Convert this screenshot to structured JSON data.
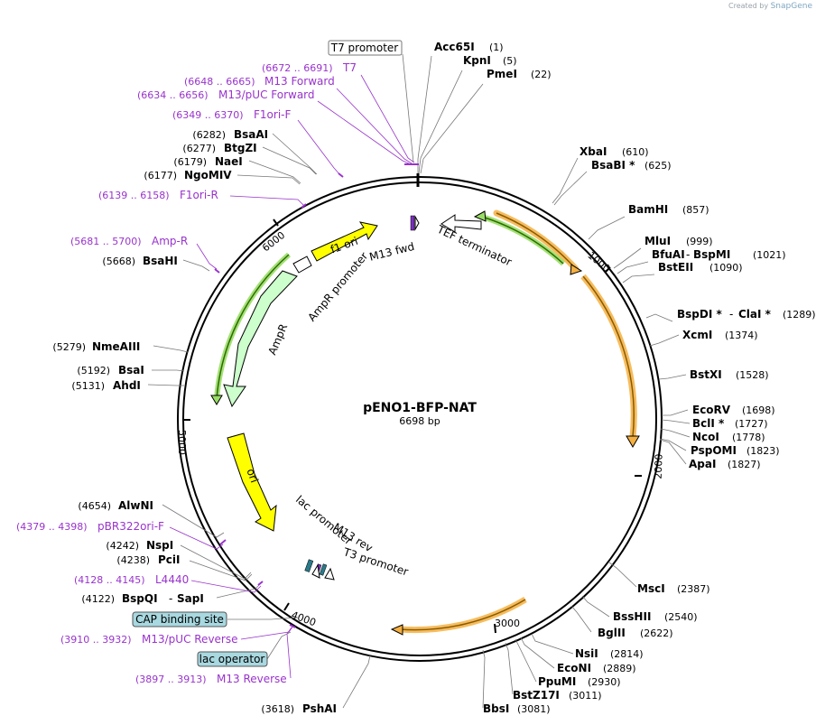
{
  "credit": {
    "prefix": "Created by",
    "brand": "SnapGene"
  },
  "plasmid": {
    "name": "pENO1-BFP-NAT",
    "size": "6698 bp"
  },
  "ticks": [
    "1000",
    "2000",
    "3000",
    "4000",
    "5000",
    "6000"
  ],
  "features": {
    "f1ori": "f1 ori",
    "ampr_promoter": "AmpR promoter",
    "ampr": "AmpR",
    "ori": "ori",
    "lac_promoter": "lac promoter",
    "m13_rev": "M13 rev",
    "t3_promoter": "T3 promoter",
    "m13_fwd": "M13 fwd",
    "tef_terminator": "TEF terminator"
  },
  "enzymes": [
    {
      "name": "Acc65I",
      "pos": "(1)"
    },
    {
      "name": "KpnI",
      "pos": "(5)"
    },
    {
      "name": "PmeI",
      "pos": "(22)"
    },
    {
      "name": "XbaI",
      "pos": "(610)"
    },
    {
      "name": "BsaBI *",
      "pos": "(625)"
    },
    {
      "name": "BamHI",
      "pos": "(857)"
    },
    {
      "name": "MluI",
      "pos": "(999)"
    },
    {
      "name": "BfuAI",
      "name2": "BspMI",
      "pos": "(1021)"
    },
    {
      "name": "BstEII",
      "pos": "(1090)"
    },
    {
      "name": "BspDI *",
      "name2": "ClaI *",
      "pos": "(1289)"
    },
    {
      "name": "XcmI",
      "pos": "(1374)"
    },
    {
      "name": "BstXI",
      "pos": "(1528)"
    },
    {
      "name": "EcoRV",
      "pos": "(1698)"
    },
    {
      "name": "BclI *",
      "pos": "(1727)"
    },
    {
      "name": "NcoI",
      "pos": "(1778)"
    },
    {
      "name": "PspOMI",
      "pos": "(1823)"
    },
    {
      "name": "ApaI",
      "pos": "(1827)"
    },
    {
      "name": "MscI",
      "pos": "(2387)"
    },
    {
      "name": "BssHII",
      "pos": "(2540)"
    },
    {
      "name": "BglII",
      "pos": "(2622)"
    },
    {
      "name": "NsiI",
      "pos": "(2814)"
    },
    {
      "name": "EcoNI",
      "pos": "(2889)"
    },
    {
      "name": "PpuMI",
      "pos": "(2930)"
    },
    {
      "name": "BstZ17I",
      "pos": "(3011)"
    },
    {
      "name": "BbsI",
      "pos": "(3081)"
    },
    {
      "name": "PshAI",
      "pos": "(3618)"
    },
    {
      "name": "BspQI",
      "name2": "SapI",
      "pos": "(4122)"
    },
    {
      "name": "PciI",
      "pos": "(4238)"
    },
    {
      "name": "NspI",
      "pos": "(4242)"
    },
    {
      "name": "AlwNI",
      "pos": "(4654)"
    },
    {
      "name": "AhdI",
      "pos": "(5131)"
    },
    {
      "name": "BsaI",
      "pos": "(5192)"
    },
    {
      "name": "NmeAIII",
      "pos": "(5279)"
    },
    {
      "name": "BsaHI",
      "pos": "(5668)"
    },
    {
      "name": "NgoMIV",
      "pos": "(6177)"
    },
    {
      "name": "NaeI",
      "pos": "(6179)"
    },
    {
      "name": "BtgZI",
      "pos": "(6277)"
    },
    {
      "name": "BsaAI",
      "pos": "(6282)"
    }
  ],
  "primers": [
    {
      "range": "(6672 .. 6691)",
      "name": "T7"
    },
    {
      "range": "(6648 .. 6665)",
      "name": "M13 Forward"
    },
    {
      "range": "(6634 .. 6656)",
      "name": "M13/pUC Forward"
    },
    {
      "range": "(6349 .. 6370)",
      "name": "F1ori-F"
    },
    {
      "range": "(6139 .. 6158)",
      "name": "F1ori-R"
    },
    {
      "range": "(5681 .. 5700)",
      "name": "Amp-R"
    },
    {
      "range": "(4379 .. 4398)",
      "name": "pBR322ori-F"
    },
    {
      "range": "(4128 .. 4145)",
      "name": "L4440"
    },
    {
      "range": "(3910 .. 3932)",
      "name": "M13/pUC Reverse"
    },
    {
      "range": "(3897 .. 3913)",
      "name": "M13 Reverse"
    }
  ],
  "boxed": {
    "t7": "T7 promoter",
    "cap": "CAP binding site",
    "lac_op": "lac operator"
  },
  "colors": {
    "primer": "#9933cc",
    "ori_yellow": "#ffff00",
    "ampr_green": "#ccffcc",
    "orange_arc": "#f5b041",
    "green_arc": "#66bb33",
    "box_teal": "#a8d8e0"
  }
}
